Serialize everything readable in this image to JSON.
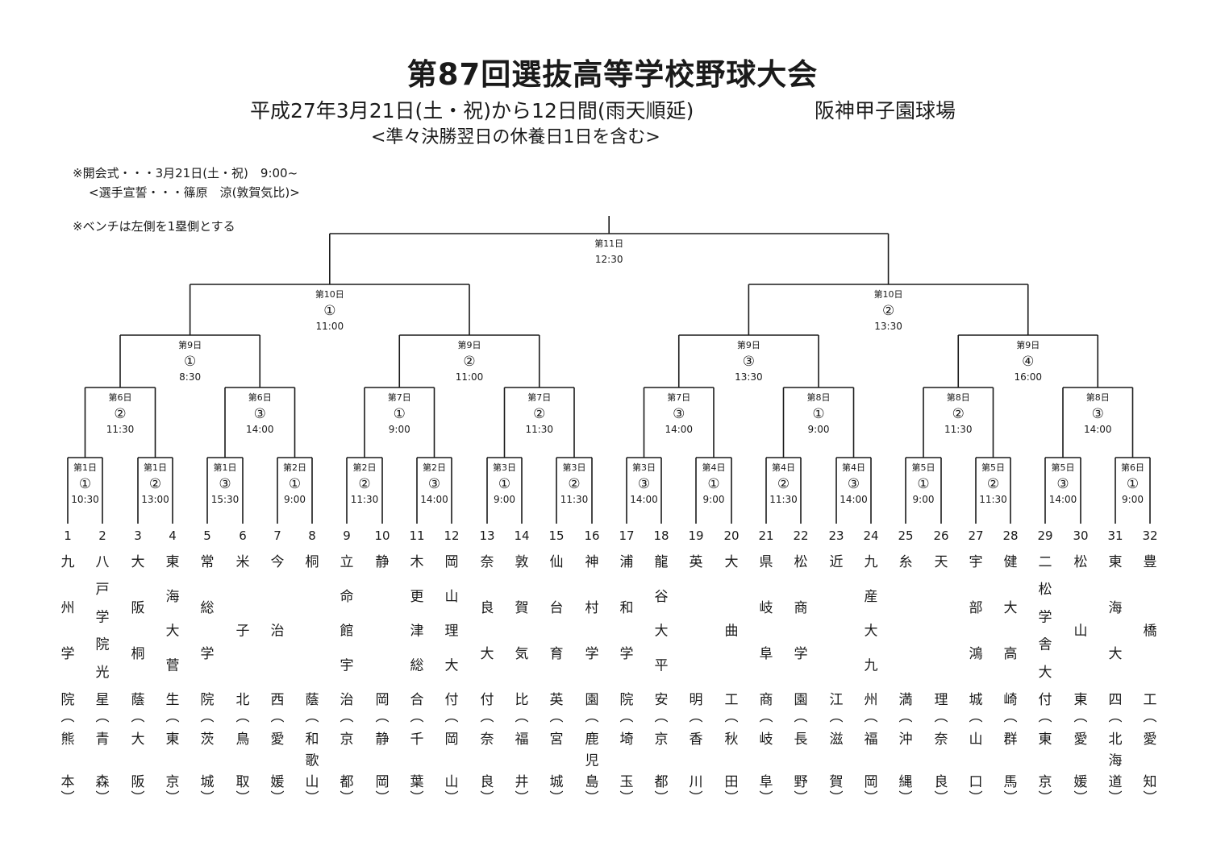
{
  "title": "第87回選抜高等学校野球大会",
  "dates": "平成27年3月21日(土・祝)から12日間(雨天順延)",
  "venue": "阪神甲子園球場",
  "rest_note": "<準々決勝翌日の休養日1日を含む>",
  "opening_ceremony": "※開会式・・・3月21日(土・祝)　9:00~",
  "oath": "<選手宣誓・・・篠原　涼(敦賀気比)>",
  "bench_note": "※ベンチは左側を1塁側とする",
  "round1": [
    {
      "day": "第1日",
      "game": "①",
      "time": "10:30"
    },
    {
      "day": "第1日",
      "game": "②",
      "time": "13:00"
    },
    {
      "day": "第1日",
      "game": "③",
      "time": "15:30"
    },
    {
      "day": "第2日",
      "game": "①",
      "time": "9:00"
    },
    {
      "day": "第2日",
      "game": "②",
      "time": "11:30"
    },
    {
      "day": "第2日",
      "game": "③",
      "time": "14:00"
    },
    {
      "day": "第3日",
      "game": "①",
      "time": "9:00"
    },
    {
      "day": "第3日",
      "game": "②",
      "time": "11:30"
    },
    {
      "day": "第3日",
      "game": "③",
      "time": "14:00"
    },
    {
      "day": "第4日",
      "game": "①",
      "time": "9:00"
    },
    {
      "day": "第4日",
      "game": "②",
      "time": "11:30"
    },
    {
      "day": "第4日",
      "game": "③",
      "time": "14:00"
    },
    {
      "day": "第5日",
      "game": "①",
      "time": "9:00"
    },
    {
      "day": "第5日",
      "game": "②",
      "time": "11:30"
    },
    {
      "day": "第5日",
      "game": "③",
      "time": "14:00"
    },
    {
      "day": "第6日",
      "game": "①",
      "time": "9:00"
    }
  ],
  "round2": [
    {
      "day": "第6日",
      "game": "②",
      "time": "11:30"
    },
    {
      "day": "第6日",
      "game": "③",
      "time": "14:00"
    },
    {
      "day": "第7日",
      "game": "①",
      "time": "9:00"
    },
    {
      "day": "第7日",
      "game": "②",
      "time": "11:30"
    },
    {
      "day": "第7日",
      "game": "③",
      "time": "14:00"
    },
    {
      "day": "第8日",
      "game": "①",
      "time": "9:00"
    },
    {
      "day": "第8日",
      "game": "②",
      "time": "11:30"
    },
    {
      "day": "第8日",
      "game": "③",
      "time": "14:00"
    }
  ],
  "quarterfinals": [
    {
      "day": "第9日",
      "game": "①",
      "time": "8:30"
    },
    {
      "day": "第9日",
      "game": "②",
      "time": "11:00"
    },
    {
      "day": "第9日",
      "game": "③",
      "time": "13:30"
    },
    {
      "day": "第9日",
      "game": "④",
      "time": "16:00"
    }
  ],
  "semifinals": [
    {
      "day": "第10日",
      "game": "①",
      "time": "11:00"
    },
    {
      "day": "第10日",
      "game": "②",
      "time": "13:30"
    }
  ],
  "final": {
    "day": "第11日",
    "time": "12:30"
  },
  "teams": [
    {
      "number": "1",
      "school": "九州学院",
      "prefecture": "熊本"
    },
    {
      "number": "2",
      "school": "八戸学院光星",
      "prefecture": "青森"
    },
    {
      "number": "3",
      "school": "大阪桐蔭",
      "prefecture": "大阪"
    },
    {
      "number": "4",
      "school": "東海大菅生",
      "prefecture": "東京"
    },
    {
      "number": "5",
      "school": "常総学院",
      "prefecture": "茨城"
    },
    {
      "number": "6",
      "school": "米子北",
      "prefecture": "鳥取"
    },
    {
      "number": "7",
      "school": "今治西",
      "prefecture": "愛媛"
    },
    {
      "number": "8",
      "school": "桐蔭",
      "prefecture": "和歌山"
    },
    {
      "number": "9",
      "school": "立命館宇治",
      "prefecture": "京都"
    },
    {
      "number": "10",
      "school": "静岡",
      "prefecture": "静岡"
    },
    {
      "number": "11",
      "school": "木更津総合",
      "prefecture": "千葉"
    },
    {
      "number": "12",
      "school": "岡山理大付",
      "prefecture": "岡山"
    },
    {
      "number": "13",
      "school": "奈良大付",
      "prefecture": "奈良"
    },
    {
      "number": "14",
      "school": "敦賀気比",
      "prefecture": "福井"
    },
    {
      "number": "15",
      "school": "仙台育英",
      "prefecture": "宮城"
    },
    {
      "number": "16",
      "school": "神村学園",
      "prefecture": "鹿児島"
    },
    {
      "number": "17",
      "school": "浦和学院",
      "prefecture": "埼玉"
    },
    {
      "number": "18",
      "school": "龍谷大平安",
      "prefecture": "京都"
    },
    {
      "number": "19",
      "school": "英明",
      "prefecture": "香川"
    },
    {
      "number": "20",
      "school": "大曲工",
      "prefecture": "秋田"
    },
    {
      "number": "21",
      "school": "県岐阜商",
      "prefecture": "岐阜"
    },
    {
      "number": "22",
      "school": "松商学園",
      "prefecture": "長野"
    },
    {
      "number": "23",
      "school": "近江",
      "prefecture": "滋賀"
    },
    {
      "number": "24",
      "school": "九産大九州",
      "prefecture": "福岡"
    },
    {
      "number": "25",
      "school": "糸満",
      "prefecture": "沖縄"
    },
    {
      "number": "26",
      "school": "天理",
      "prefecture": "奈良"
    },
    {
      "number": "27",
      "school": "宇部鴻城",
      "prefecture": "山口"
    },
    {
      "number": "28",
      "school": "健大高崎",
      "prefecture": "群馬"
    },
    {
      "number": "29",
      "school": "二松学舎大付",
      "prefecture": "東京"
    },
    {
      "number": "30",
      "school": "松山東",
      "prefecture": "愛媛"
    },
    {
      "number": "31",
      "school": "東海大四",
      "prefecture": "北海道"
    },
    {
      "number": "32",
      "school": "豊橋工",
      "prefecture": "愛知"
    }
  ]
}
